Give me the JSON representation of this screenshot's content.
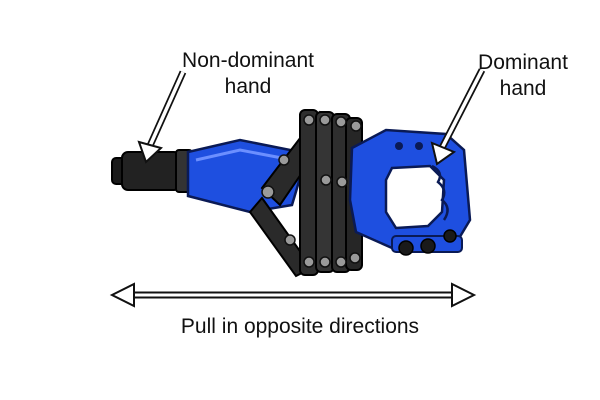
{
  "labels": {
    "non_dominant_line1": "Non-dominant",
    "non_dominant_line2": "hand",
    "dominant_line1": "Dominant",
    "dominant_line2": "hand",
    "pull": "Pull in opposite directions"
  },
  "colors": {
    "handle_blue": "#1e4fe0",
    "linkage_dark": "#2a2a2a",
    "nozzle_black": "#1a1a1a",
    "arrow_fill": "#ffffff",
    "arrow_outline": "#111111"
  },
  "icons": {
    "tool": "hand-riveter-icon",
    "pointer": "pointer-arrow-icon",
    "double_arrow": "double-headed-arrow-icon"
  }
}
